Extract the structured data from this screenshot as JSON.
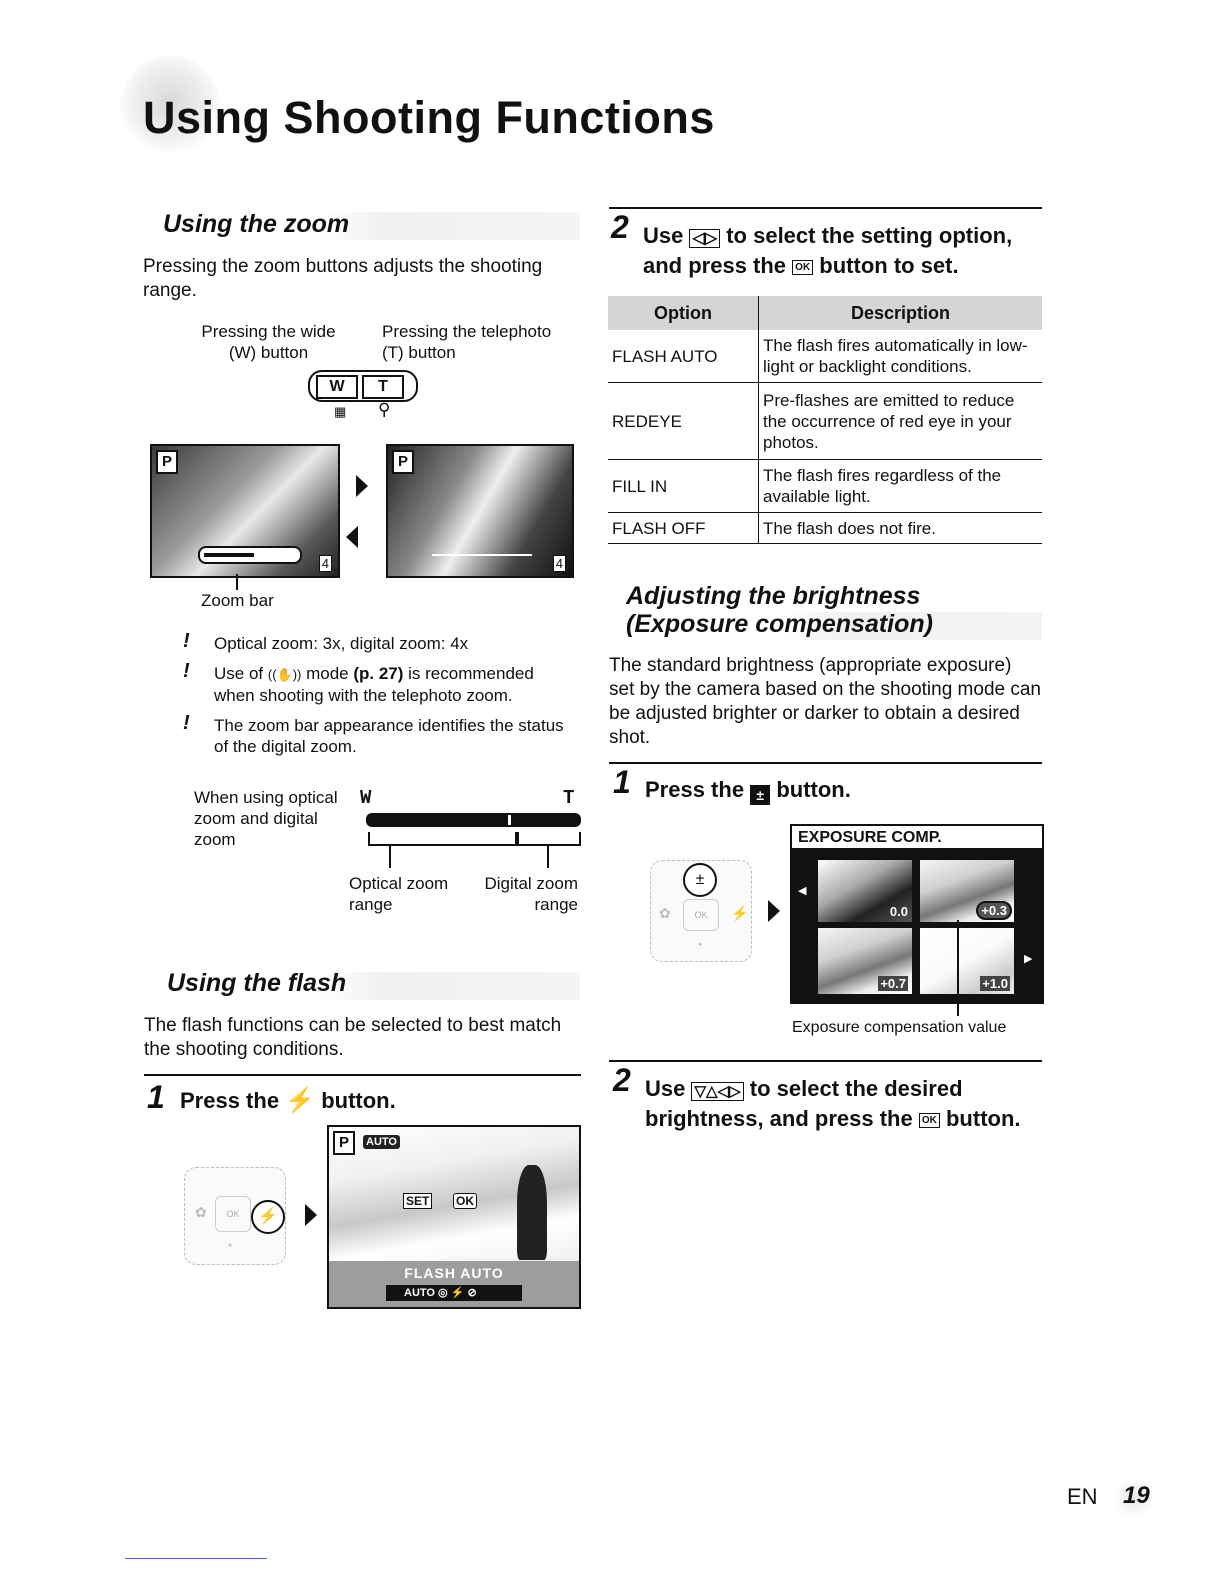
{
  "page": {
    "title": "Using Shooting Functions",
    "footer_lang": "EN",
    "footer_page": "19"
  },
  "zoom": {
    "heading": "Using the zoom",
    "intro": "Pressing the zoom buttons adjusts the shooting range.",
    "wide_caption_1": "Pressing the wide",
    "wide_caption_2": "(W) button",
    "tele_caption_1": "Pressing the telephoto",
    "tele_caption_2": "(T) button",
    "w_label": "W",
    "t_label": "T",
    "zoom_bar_label": "Zoom bar",
    "bullets": [
      "Optical zoom: 3x, digital zoom: 4x",
      "Use of (hand) mode (p. 27) is recommended when shooting with the telephoto zoom.",
      "The zoom bar appearance identifies the status of the digital zoom."
    ],
    "bullet2_pre": "Use of ",
    "bullet2_bold": "(p. 27)",
    "bullet2_mid": " mode ",
    "bullet2_post": " is recommended when shooting with the telephoto zoom.",
    "when_using": "When using optical zoom and digital zoom",
    "optical_range": "Optical zoom range",
    "digital_range": "Digital zoom range",
    "screen_mode": "P",
    "screen_count": "4"
  },
  "flash": {
    "heading": "Using the flash",
    "intro": "The flash functions can be selected to best match the shooting conditions.",
    "step1_num": "1",
    "step1_pre": "Press the",
    "step1_post": "button.",
    "screen_mode": "P",
    "screen_auto": "AUTO",
    "screen_set": "SET",
    "screen_ok": "OK",
    "screen_flash_label": "FLASH AUTO",
    "screen_auto_bar": "AUTO",
    "step2_num": "2",
    "step2_line1_pre": "Use",
    "step2_line1_post": "to select the setting option,",
    "step2_line2_pre": "and press the",
    "step2_line2_post": "button to set.",
    "table_header": [
      "Option",
      "Description"
    ],
    "table_rows": [
      {
        "option": "FLASH AUTO",
        "desc": "The flash fires automatically in low-light or backlight conditions."
      },
      {
        "option": "REDEYE",
        "desc": "Pre-flashes are emitted to reduce the occurrence of red eye in your photos."
      },
      {
        "option": "FILL IN",
        "desc": "The flash fires regardless of the available light."
      },
      {
        "option": "FLASH OFF",
        "desc": "The flash does not fire."
      }
    ]
  },
  "brightness": {
    "heading_line1": "Adjusting the brightness",
    "heading_line2": "(Exposure compensation)",
    "intro": "The standard brightness (appropriate exposure) set by the camera based on the shooting mode can be adjusted brighter or darker to obtain a desired shot.",
    "step1_num": "1",
    "step1_pre": "Press the",
    "step1_post": "button.",
    "screen_title": "EXPOSURE COMP.",
    "values": [
      "0.0",
      "+0.3",
      "+0.7",
      "+1.0"
    ],
    "value_caption": "Exposure compensation value",
    "step2_num": "2",
    "step2_line1_pre": "Use",
    "step2_line1_post": "to select the desired",
    "step2_line2_pre": "brightness, and press the",
    "step2_line2_post": "button."
  }
}
